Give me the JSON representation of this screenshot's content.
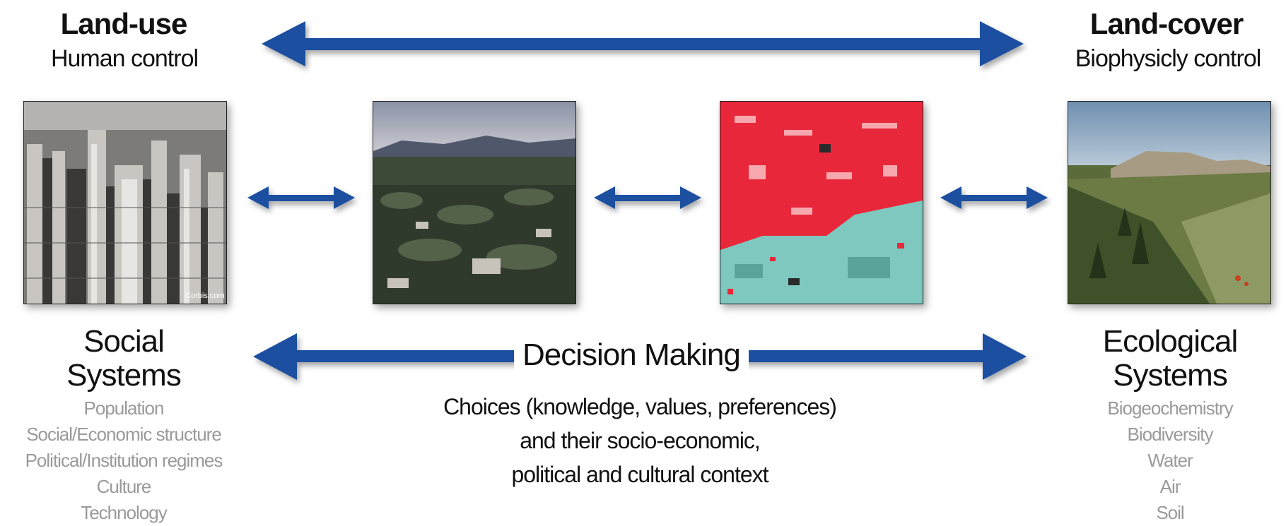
{
  "header": {
    "left_title": "Land-use",
    "left_subtitle": "Human control",
    "right_title": "Land-cover",
    "right_subtitle": "Biophysicly control"
  },
  "images": [
    {
      "name": "city-skyline-photo",
      "watermark": "Corbis.com"
    },
    {
      "name": "suburban-town-photo"
    },
    {
      "name": "false-color-satellite-image"
    },
    {
      "name": "mountain-valley-photo"
    }
  ],
  "social": {
    "title_lines": [
      "Social",
      "Systems"
    ],
    "items": [
      "Population",
      "Social/Economic structure",
      "Political/Institution regimes",
      "Culture",
      "Technology"
    ]
  },
  "ecological": {
    "title_lines": [
      "Ecological",
      "Systems"
    ],
    "items": [
      "Biogeochemistry",
      "Biodiversity",
      "Water",
      "Air",
      "Soil"
    ]
  },
  "center": {
    "label": "Decision Making",
    "lines": [
      "Choices (knowledge, values, preferences)",
      "and their socio-economic,",
      "political and cultural context"
    ]
  },
  "colors": {
    "arrow": "#1a4fa0",
    "satellite_red": "#e8283a",
    "satellite_cyan": "#7fc8c0",
    "muted_text": "#9a9a9a"
  }
}
